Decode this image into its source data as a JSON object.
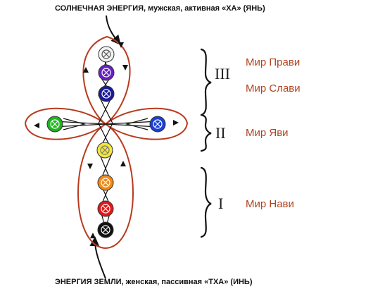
{
  "captions": {
    "top": "СОЛНЕЧНАЯ ЭНЕРГИЯ, мужская, активная «ХА» (ЯНЬ)",
    "bottom": "ЭНЕРГИЯ ЗЕМЛИ, женская, пассивная «ТХА» (ИНЬ)"
  },
  "groups": [
    {
      "numeral": "III",
      "worlds": [
        "Мир Прави",
        "Мир Слави"
      ]
    },
    {
      "numeral": "II",
      "worlds": [
        "Мир Яви"
      ]
    },
    {
      "numeral": "I",
      "worlds": [
        "Мир Нави"
      ]
    }
  ],
  "colors": {
    "loop": "#b83a1e",
    "world_text": "#b0431f",
    "chakras": {
      "white": "#f2f2f2",
      "violet": "#6a1fc4",
      "indigo": "#1a1a9a",
      "green": "#1fb51f",
      "blue": "#1a3fd6",
      "yellow": "#f5e63a",
      "orange": "#f08a1a",
      "red": "#e01a1a",
      "black": "#111111"
    }
  }
}
